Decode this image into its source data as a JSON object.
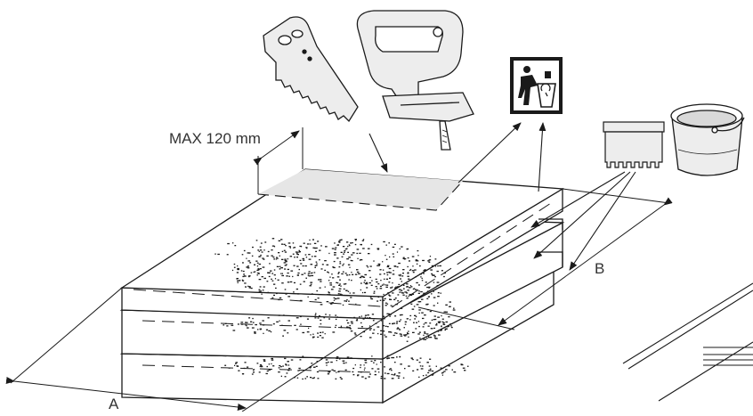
{
  "labels": {
    "max_depth": "MAX 120 mm",
    "dimension_a": "A",
    "dimension_b": "B"
  },
  "icons": [
    "hand-saw-icon",
    "jigsaw-icon",
    "waste-bin-recycle-icon",
    "notched-trowel-icon",
    "bucket-icon"
  ],
  "colors": {
    "line": "#1a1a1a",
    "panel_fill": "#ffffff",
    "cut_zone_fill": "#e6e6e6",
    "tool_fill": "#ededed"
  }
}
